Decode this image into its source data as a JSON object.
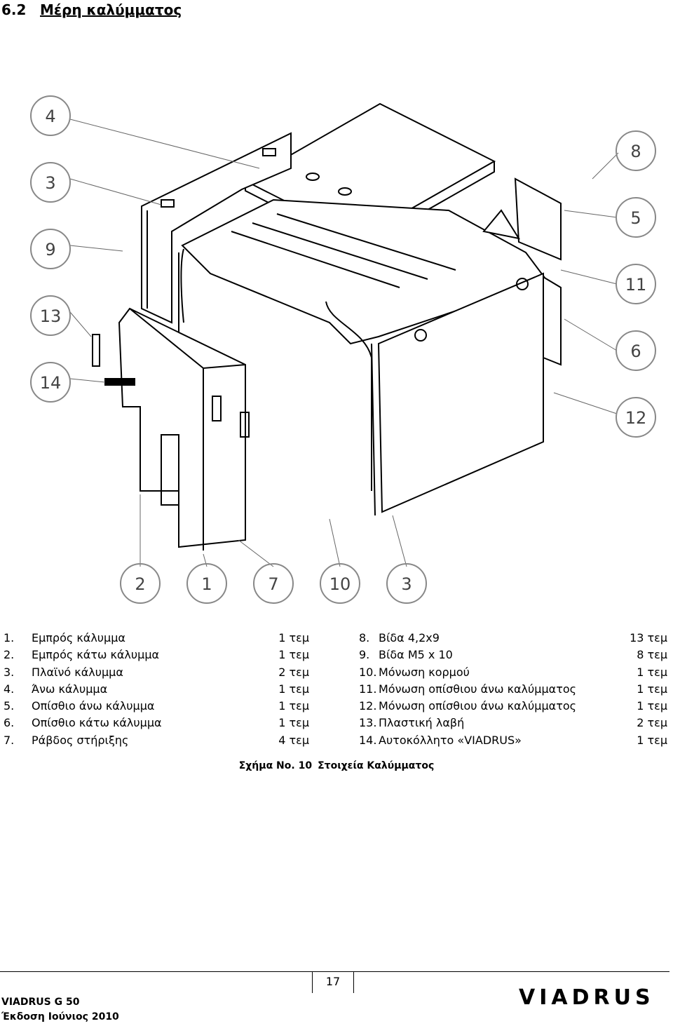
{
  "section": {
    "number": "6.2",
    "title": "Μέρη καλύμματος"
  },
  "callouts": {
    "c4": "4",
    "c3a": "3",
    "c9": "9",
    "c13": "13",
    "c14": "14",
    "c8": "8",
    "c5": "5",
    "c11": "11",
    "c6": "6",
    "c12": "12",
    "c2": "2",
    "c1": "1",
    "c7": "7",
    "c10": "10",
    "c3b": "3"
  },
  "parts_left": [
    {
      "n": "1.",
      "d": "Εμπρός κάλυμμα",
      "q": "1 τεμ"
    },
    {
      "n": "2.",
      "d": "Εμπρός κάτω κάλυμμα",
      "q": "1 τεμ"
    },
    {
      "n": "3.",
      "d": "Πλαϊνό κάλυμμα",
      "q": "2 τεμ"
    },
    {
      "n": "4.",
      "d": "Άνω κάλυμμα",
      "q": "1 τεμ"
    },
    {
      "n": "5.",
      "d": "Οπίσθιο άνω κάλυμμα",
      "q": "1 τεμ"
    },
    {
      "n": "6.",
      "d": "Οπίσθιο κάτω κάλυμμα",
      "q": "1 τεμ"
    },
    {
      "n": "7.",
      "d": "Ράβδος στήριξης",
      "q": "4 τεμ"
    }
  ],
  "parts_right": [
    {
      "n": "8.",
      "d": "Βίδα 4,2x9",
      "q": "13  τεμ"
    },
    {
      "n": "9.",
      "d": "Βίδα M5 x 10",
      "q": "8 τεμ"
    },
    {
      "n": "10.",
      "d": "Μόνωση κορμού",
      "q": "1 τεμ"
    },
    {
      "n": "11.",
      "d": "Μόνωση οπίσθιου άνω καλύμματος",
      "q": "1 τεμ"
    },
    {
      "n": "12.",
      "d": "Μόνωση οπίσθιου άνω καλύμματος",
      "q": "1 τεμ"
    },
    {
      "n": "13.",
      "d": "Πλαστική λαβή",
      "q": "2 τεμ"
    },
    {
      "n": "14.",
      "d": "Αυτοκόλλητο «VIADRUS»",
      "q": "1 τεμ"
    }
  ],
  "caption": {
    "label": "Σχήμα No. 10",
    "text": "Στοιχεία Καλύμματος"
  },
  "footer": {
    "page": "17",
    "product": "VIADRUS G 50",
    "edition": "Έκδοση  Ιούνιος 2010",
    "logo": "VIADRUS"
  }
}
